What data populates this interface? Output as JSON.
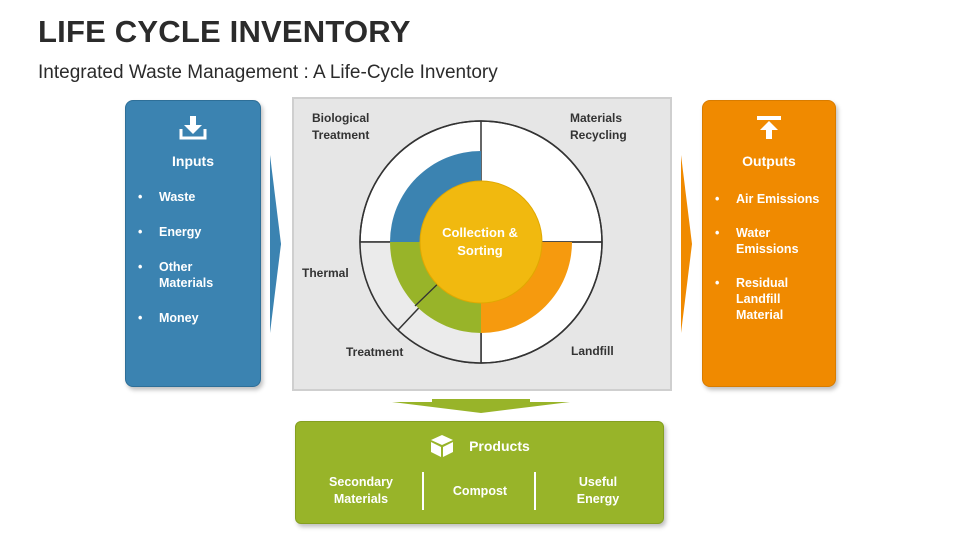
{
  "title": "LIFE CYCLE INVENTORY",
  "subtitle": "Integrated Waste Management : A Life-Cycle Inventory",
  "inputs": {
    "icon": "download-icon",
    "title": "Inputs",
    "items": [
      "Waste",
      "Energy",
      "Other Materials",
      "Money"
    ]
  },
  "outputs": {
    "icon": "upload-icon",
    "title": "Outputs",
    "items": [
      "Air Emissions",
      "Water Emissions",
      "Residual Landfill Material"
    ]
  },
  "cycle": {
    "center": "Collection & Sorting",
    "labels": {
      "biological": "Biological Treatment",
      "materials": "Materials Recycling",
      "thermal": "Thermal",
      "treatment": "Treatment",
      "landfill": "Landfill"
    }
  },
  "products": {
    "icon": "box-icon",
    "title": "Products",
    "items": [
      "Secondary Materials",
      "Compost",
      "Useful Energy"
    ]
  },
  "colors": {
    "blue": "#3b83b1",
    "orange": "#f08a00",
    "green": "#98b429",
    "yellow": "#f1b90f",
    "panel_bg": "#e6e6e6"
  }
}
